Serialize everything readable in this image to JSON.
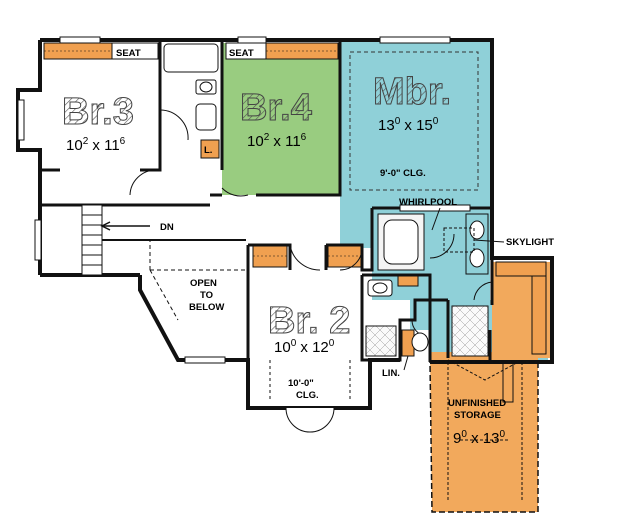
{
  "colors": {
    "wall": "#111111",
    "mbr_fill": "#8fd0d8",
    "br4_fill": "#99cc80",
    "storage_fill": "#f2a95c",
    "closet_fill": "#f0a050",
    "tile_fill": "#f7f7f7",
    "hatch": "#666666"
  },
  "rooms": {
    "br3": {
      "name": "Br.3",
      "width": "10",
      "width_in": "2",
      "depth": "11",
      "depth_in": "6"
    },
    "br4": {
      "name": "Br.4",
      "width": "10",
      "width_in": "2",
      "depth": "11",
      "depth_in": "6"
    },
    "mbr": {
      "name": "Mbr.",
      "width": "13",
      "width_in": "0",
      "depth": "15",
      "depth_in": "0",
      "ceiling": "9'-0\" CLG."
    },
    "br2": {
      "name": "Br. 2",
      "width": "10",
      "width_in": "0",
      "depth": "12",
      "depth_in": "0",
      "ceiling_1": "10'-0\"",
      "ceiling_2": "CLG."
    },
    "storage": {
      "line_1": "UNFINISHED",
      "line_2": "STORAGE",
      "width": "9",
      "width_in": "0",
      "depth": "13",
      "depth_in": "0"
    }
  },
  "labels": {
    "seat_1": "SEAT",
    "seat_2": "SEAT",
    "laundry": "L.",
    "whirlpool": "WHIRLPOOL",
    "skylight": "SKYLIGHT",
    "dn": "DN",
    "open_1": "OPEN",
    "open_2": "TO",
    "open_3": "BELOW",
    "linen": "LIN.",
    "dim_sep": "x"
  }
}
